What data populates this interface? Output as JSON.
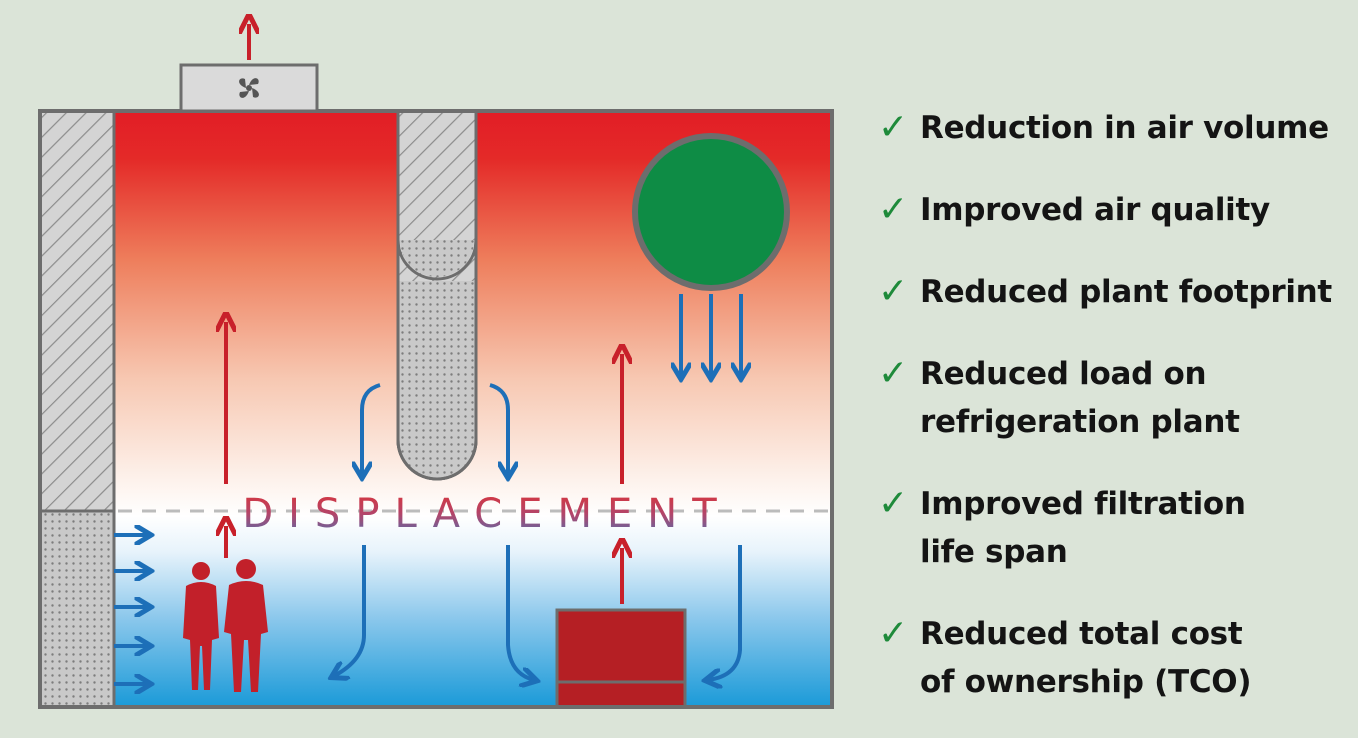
{
  "diagram": {
    "label": "DISPLACEMENT",
    "colors": {
      "warm": "#e21d26",
      "cool": "#1a9ad8",
      "red_unit": "#b51f24",
      "green_unit": "#0e8c45",
      "frame": "#6d6d6d",
      "people": "#c2202a"
    }
  },
  "benefits": [
    {
      "icon": "check-icon",
      "text": "Reduction in air volume"
    },
    {
      "icon": "check-icon",
      "text": "Improved air quality"
    },
    {
      "icon": "check-icon",
      "text": "Reduced plant footprint"
    },
    {
      "icon": "check-icon",
      "text": "Reduced load on refrigeration plant"
    },
    {
      "icon": "check-icon",
      "text": "Improved filtration life span"
    },
    {
      "icon": "check-icon",
      "text": "Reduced total cost of ownership (TCO)"
    }
  ],
  "check_glyph": "✓"
}
